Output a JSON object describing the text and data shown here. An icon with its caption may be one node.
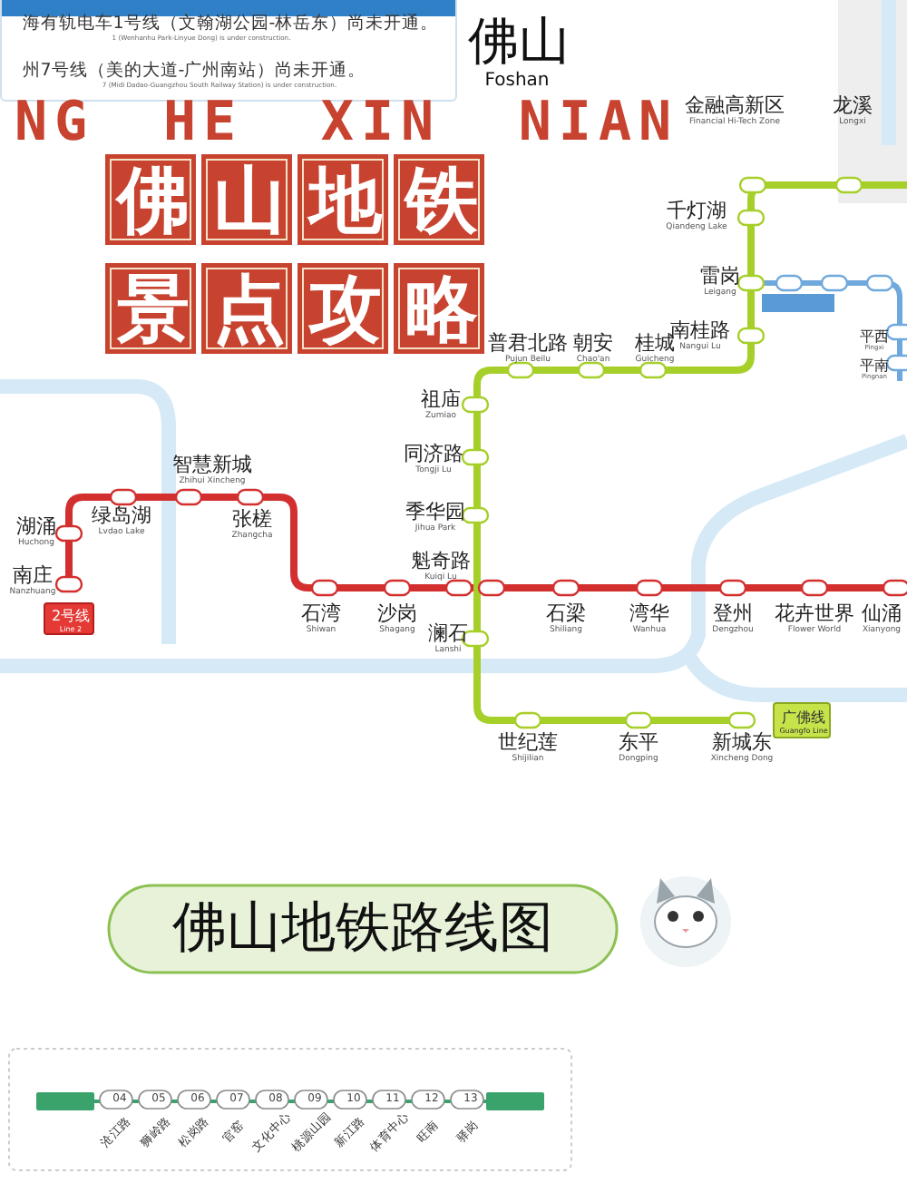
{
  "diagram": {
    "caption": "佛山地铁路线图",
    "nodes": [
      {
        "text": [
          "海有轨电车1号线（文翰湖公园-林岳东）尚未开通。",
          "1 (Wenhanhu Park-Linyue Dong) is under construction.",
          "州7号线（美的大道-广州南站）尚未开通。",
          "7 (Midi Dadao-Guangzhou South Railway Station) is under construction."
        ]
      },
      {
        "text": [
          "2号线",
          "Line 2"
        ]
      },
      {
        "text": [
          "广佛线",
          "Guangfo Line"
        ]
      },
      {
        "text": [],
        "shape": "box"
      },
      {
        "text": [],
        "shape": "box"
      }
    ],
    "edges": [
      {
        "from": 3,
        "to": 4,
        "arrow": "none"
      }
    ],
    "labels": [
      "NG",
      "HE",
      "XIN",
      "NIAN",
      "佛山",
      "Foshan",
      "佛山地铁",
      "景点攻略",
      "金融高新区",
      "Financial Hi-Tech Zone",
      "龙溪",
      "Longxi",
      "千灯湖",
      "Qiandeng Lake",
      "雷岗",
      "Leigang",
      "南桂路",
      "Nangui Lu",
      "平西",
      "Pingxi",
      "平南",
      "Pingnan",
      "普君北路",
      "Pujun Beilu",
      "朝安",
      "Chao'an",
      "桂城",
      "Guicheng",
      "祖庙",
      "Zumiao",
      "同济路",
      "Tongji Lu",
      "季华园",
      "Jihua Park",
      "魁奇路",
      "Kuiqi Lu",
      "湖涌",
      "Huchong",
      "绿岛湖",
      "Lvdao Lake",
      "智慧新城",
      "Zhihui Xincheng",
      "张槎",
      "Zhangcha",
      "南庄",
      "Nanzhuang",
      "石湾",
      "Shiwan",
      "沙岗",
      "Shagang",
      "石梁",
      "Shiliang",
      "湾华",
      "Wanhua",
      "登州",
      "Dengzhou",
      "花卉世界",
      "Flower World",
      "仙涌",
      "Xianyong",
      "澜石",
      "Lanshi",
      "世纪莲",
      "Shijilian",
      "东平",
      "Dongping",
      "新城东",
      "Xincheng Dong",
      "04",
      "05",
      "06",
      "07",
      "08",
      "09",
      "10",
      "11",
      "12",
      "13",
      "沧江路",
      "狮岭路",
      "松岗路",
      "官窑",
      "文化中心",
      "桃源山园",
      "新江路",
      "体育中心",
      "旺南",
      "驿岗"
    ]
  }
}
